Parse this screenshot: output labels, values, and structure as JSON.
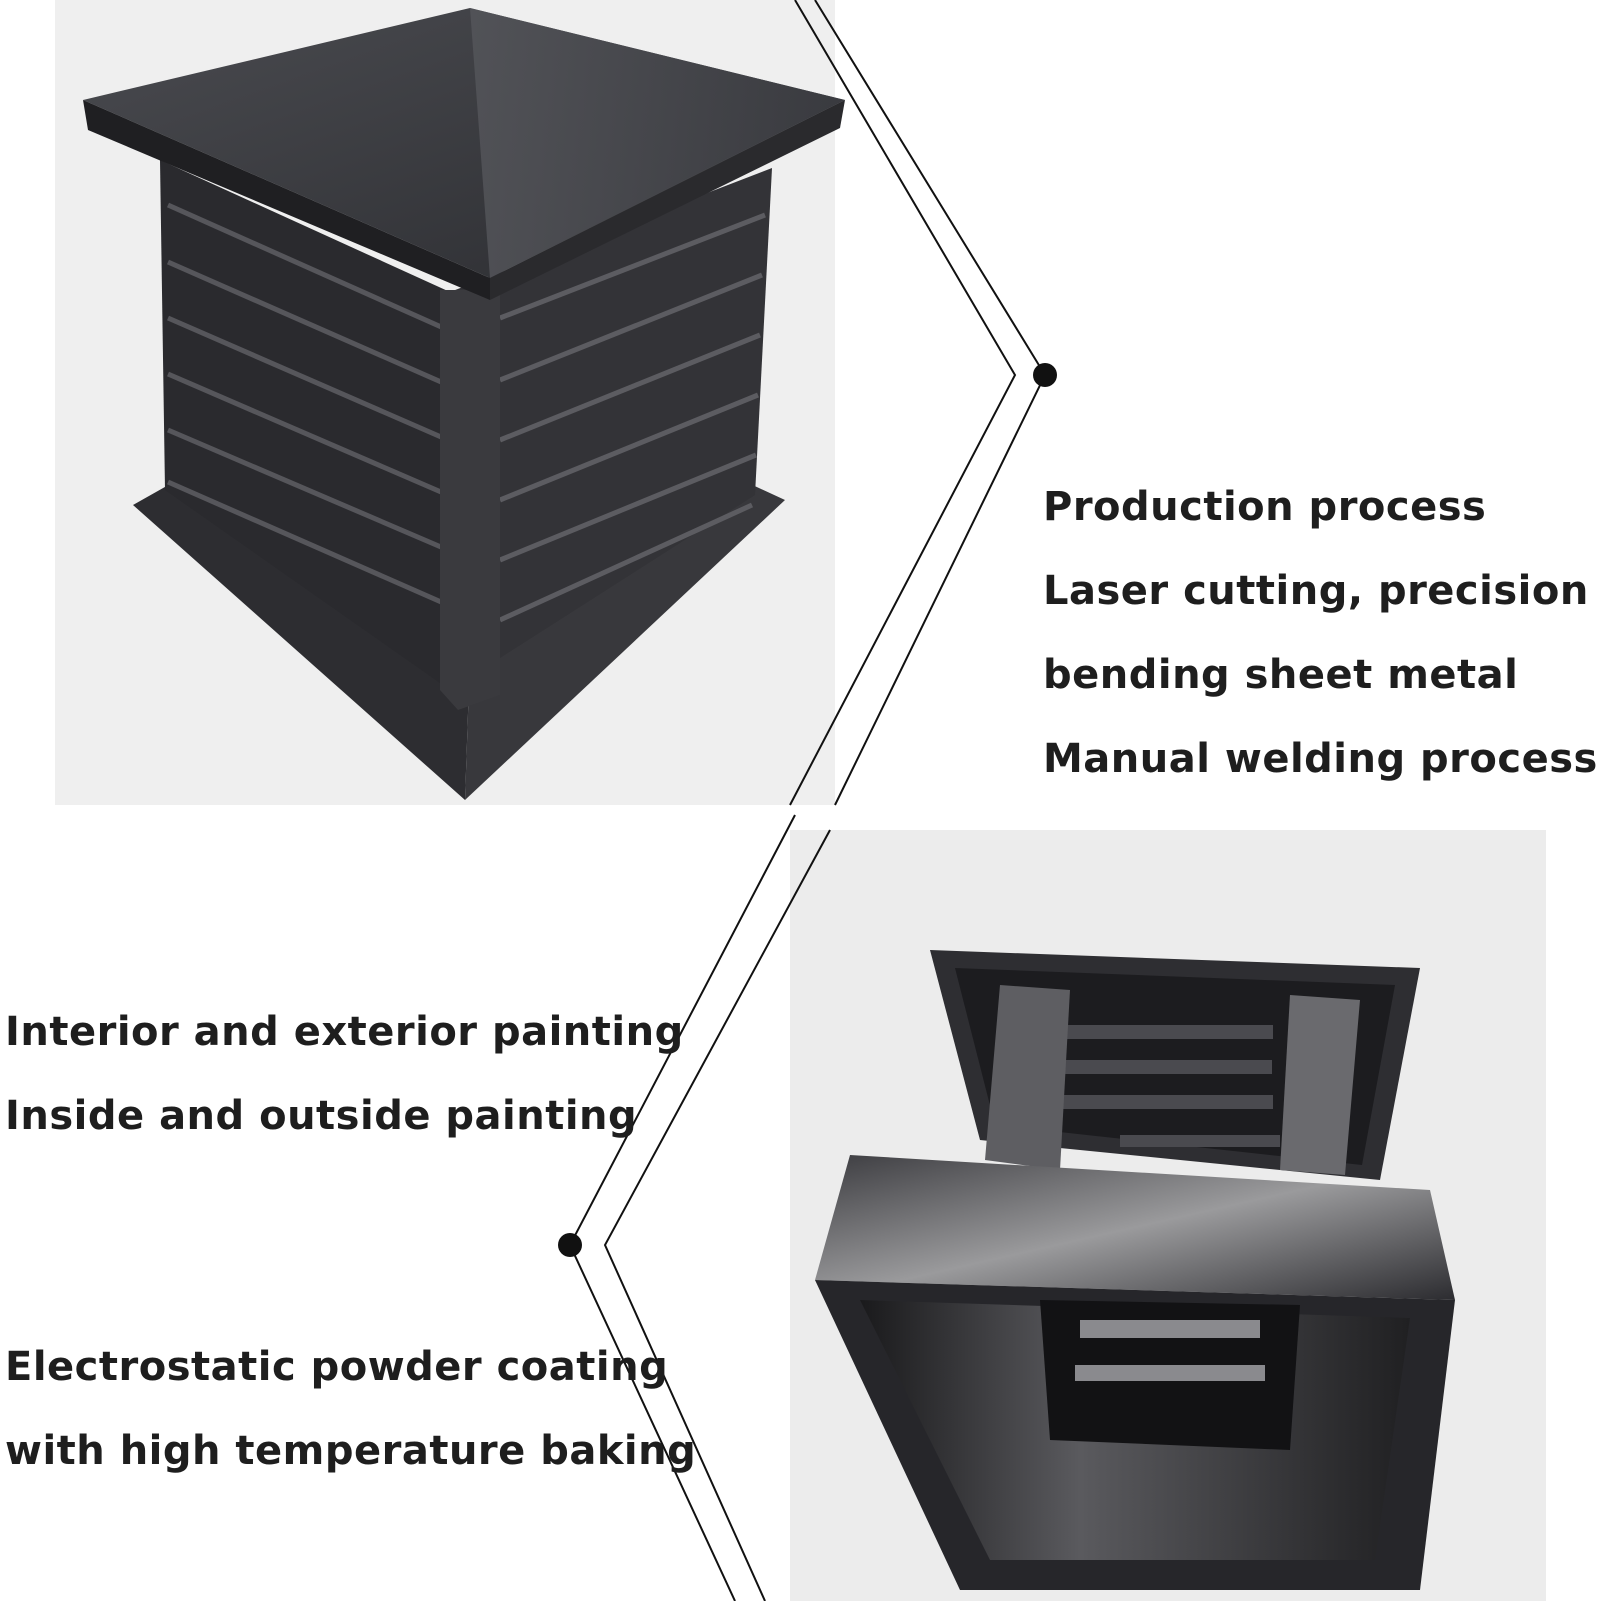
{
  "top_panel": {
    "image_name": "cupola-louver-vent-photo",
    "lines": [
      "Production process",
      "Laser cutting, precision",
      "bending sheet metal",
      "Manual welding process"
    ]
  },
  "middle_panel": {
    "lines": [
      "Interior and exterior painting",
      "Inside and outside painting"
    ]
  },
  "bottom_panel": {
    "image_name": "vent-underside-photo",
    "lines": [
      "Electrostatic powder coating",
      "with high temperature baking"
    ]
  },
  "colors": {
    "background": "#ffffff",
    "photo_backdrop": "#efefef",
    "metal_dark": "#2a2a2e",
    "text": "#1e1e1e",
    "divider": "#111111"
  }
}
